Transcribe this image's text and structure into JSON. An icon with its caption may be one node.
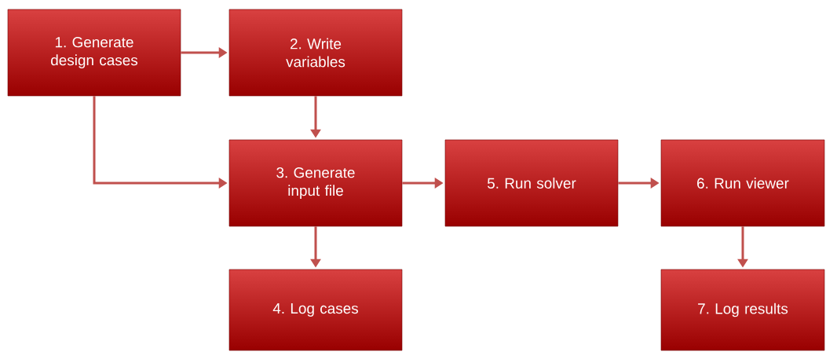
{
  "diagram": {
    "nodes": [
      {
        "text": [
          "1. Generate design cases"
        ]
      },
      {
        "text": [
          "2. Write variables"
        ]
      },
      {
        "text": [
          "3. Generate input file"
        ]
      },
      {
        "text": [
          "4. Log cases"
        ]
      },
      {
        "text": [
          "5. Run solver"
        ]
      },
      {
        "text": [
          "6. Run viewer"
        ]
      },
      {
        "text": [
          "7. Log results"
        ]
      }
    ],
    "edges": [
      {
        "from": 0,
        "to": 1,
        "arrow": "to"
      },
      {
        "from": 1,
        "to": 2,
        "arrow": "to"
      },
      {
        "from": 0,
        "to": 2,
        "arrow": "to"
      },
      {
        "from": 2,
        "to": 3,
        "arrow": "to"
      },
      {
        "from": 2,
        "to": 4,
        "arrow": "to"
      },
      {
        "from": 4,
        "to": 5,
        "arrow": "to"
      },
      {
        "from": 5,
        "to": 6,
        "arrow": "to"
      }
    ]
  }
}
